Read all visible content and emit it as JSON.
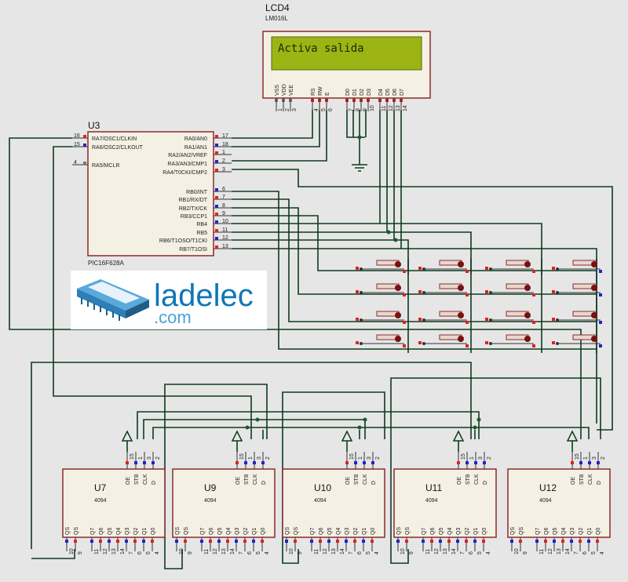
{
  "lcd": {
    "ref": "LCD4",
    "model": "LM016L",
    "display_text": "Activa salida",
    "pins": [
      "VSS",
      "VDD",
      "VEE",
      "RS",
      "RW",
      "E",
      "D0",
      "D1",
      "D2",
      "D3",
      "D4",
      "D5",
      "D6",
      "D7"
    ],
    "pin_numbers": [
      "1",
      "2",
      "3",
      "4",
      "5",
      "6",
      "7",
      "8",
      "9",
      "10",
      "11",
      "12",
      "13",
      "14"
    ],
    "screen_color": "#9cb414"
  },
  "mcu": {
    "ref": "U3",
    "model": "PIC16F628A",
    "left_pins": [
      {
        "name": "RA7/OSC1/CLKIN",
        "num": "16"
      },
      {
        "name": "RA6/OSC2/CLKOUT",
        "num": "15"
      },
      {
        "name": "RA5/MCLR",
        "num": "4"
      }
    ],
    "right_pins": [
      {
        "name": "RA0/AN0",
        "num": "17"
      },
      {
        "name": "RA1/AN1",
        "num": "18"
      },
      {
        "name": "RA2/AN2/VREF",
        "num": "1"
      },
      {
        "name": "RA3/AN3/CMP1",
        "num": "2"
      },
      {
        "name": "RA4/T0CKI/CMP2",
        "num": "3"
      },
      {
        "name": "RB0/INT",
        "num": "6"
      },
      {
        "name": "RB1/RX/DT",
        "num": "7"
      },
      {
        "name": "RB2/TX/CK",
        "num": "8"
      },
      {
        "name": "RB3/CCP1",
        "num": "9"
      },
      {
        "name": "RB4",
        "num": "10"
      },
      {
        "name": "RB5",
        "num": "11"
      },
      {
        "name": "RB6/T1OSO/T1CKI",
        "num": "12"
      },
      {
        "name": "RB7/T1OSI",
        "num": "13"
      }
    ]
  },
  "logo": {
    "brand": "ladelec",
    "domain": ".com",
    "brand_color": "#0f77b5",
    "domain_color": "#4aa3d8"
  },
  "shift_registers": [
    {
      "ref": "U7",
      "model": "4094"
    },
    {
      "ref": "U9",
      "model": "4094"
    },
    {
      "ref": "U10",
      "model": "4094"
    },
    {
      "ref": "U11",
      "model": "4094"
    },
    {
      "ref": "U12",
      "model": "4094"
    }
  ],
  "sr_top_pins": [
    {
      "name": "OE",
      "num": "15"
    },
    {
      "name": "STB",
      "num": "1"
    },
    {
      "name": "CLK",
      "num": "3"
    },
    {
      "name": "D",
      "num": "2"
    }
  ],
  "sr_bottom_pins": [
    {
      "name": "QS",
      "num": "10"
    },
    {
      "name": "QS",
      "num": "9"
    },
    {
      "name": "Q7",
      "num": "11"
    },
    {
      "name": "Q6",
      "num": "12"
    },
    {
      "name": "Q5",
      "num": "13"
    },
    {
      "name": "Q4",
      "num": "14"
    },
    {
      "name": "Q3",
      "num": "7"
    },
    {
      "name": "Q2",
      "num": "6"
    },
    {
      "name": "Q1",
      "num": "5"
    },
    {
      "name": "Q0",
      "num": "4"
    }
  ],
  "keypad": {
    "rows": 4,
    "cols": 4
  }
}
